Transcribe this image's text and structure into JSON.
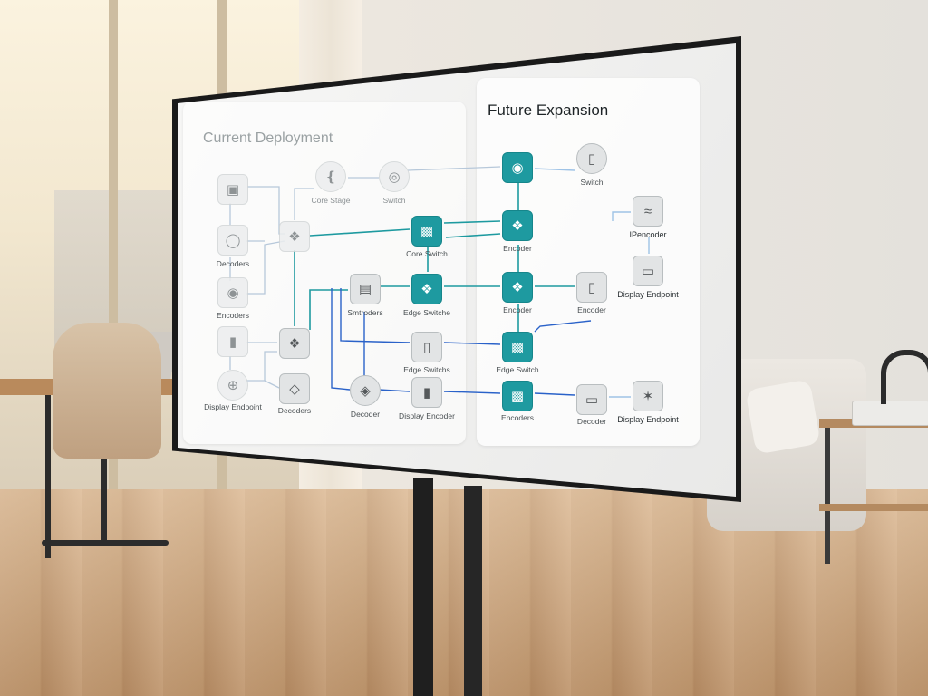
{
  "current_deployment": {
    "title": "Current Deployment",
    "labels": {
      "core_stage": "Core Stage",
      "switch": "Switch",
      "decoders": "Decoders",
      "encoders": "Encoders",
      "display_encoder_left": "Display Endpoint",
      "core_switch": "Core Switch",
      "smtroders": "Smtroders",
      "edge_switche": "Edge Switche",
      "edge_switch_s": "Edge Switchs",
      "decoder": "Decoder",
      "display_encoder": "Display Encoder",
      "decoders_2": "Decoders"
    }
  },
  "future_expansion": {
    "title": "Future Expansion",
    "labels": {
      "switch": "Switch",
      "encoder_1": "Encoder",
      "encoder_2": "Encoder",
      "encoder_3": "Encoder",
      "ipencoder": "IPencoder",
      "display_endpoint_1": "Display Endpoint",
      "edge_switch": "Edge Switch",
      "encoders": "Encoders",
      "decoder": "Decoder",
      "display_endpoint_2": "Display Endpoint"
    }
  },
  "colors": {
    "teal": "#1e9aa0",
    "blue": "#2a62c9",
    "light_blue": "#9fc3e6",
    "gray_link": "#b7bdc0"
  },
  "icons": [
    "monitor-icon",
    "signal-icon",
    "globe-icon",
    "node-icon",
    "box-icon",
    "drop-icon",
    "pin-icon",
    "camera-icon",
    "phone-icon",
    "wifi-icon",
    "device-icon",
    "display-icon",
    "share-icon"
  ]
}
